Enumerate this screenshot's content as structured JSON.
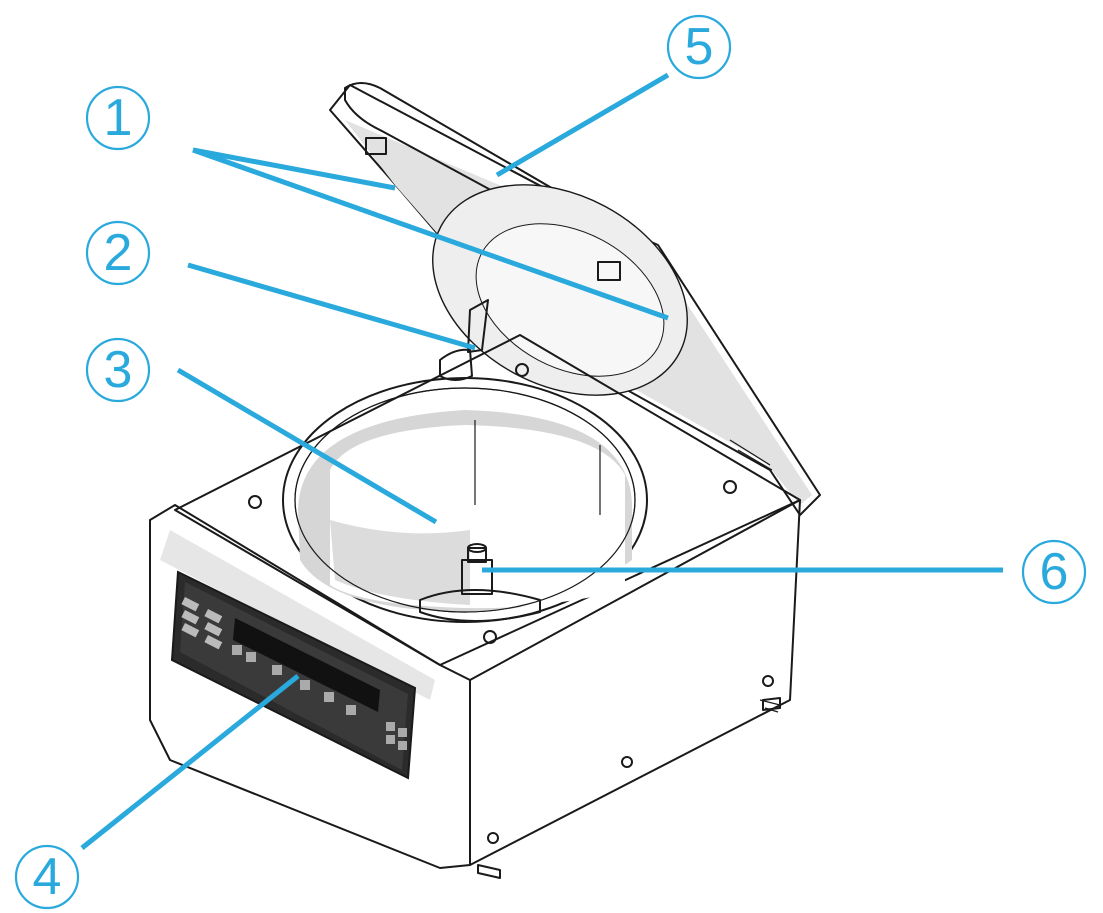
{
  "callouts": [
    {
      "id": "1",
      "label": "①"
    },
    {
      "id": "2",
      "label": "②"
    },
    {
      "id": "3",
      "label": "③"
    },
    {
      "id": "4",
      "label": "④"
    },
    {
      "id": "5",
      "label": "⑤"
    },
    {
      "id": "6",
      "label": "⑥"
    }
  ],
  "colors": {
    "callout": "#2aa9dd",
    "outline": "#1a1a1a",
    "shade": "#d9d9d9",
    "panel": "#2b2b2b"
  }
}
